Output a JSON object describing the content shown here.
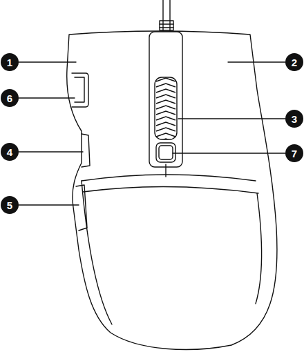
{
  "diagram": {
    "labels": [
      "1",
      "2",
      "6",
      "3",
      "4",
      "7",
      "5"
    ]
  }
}
